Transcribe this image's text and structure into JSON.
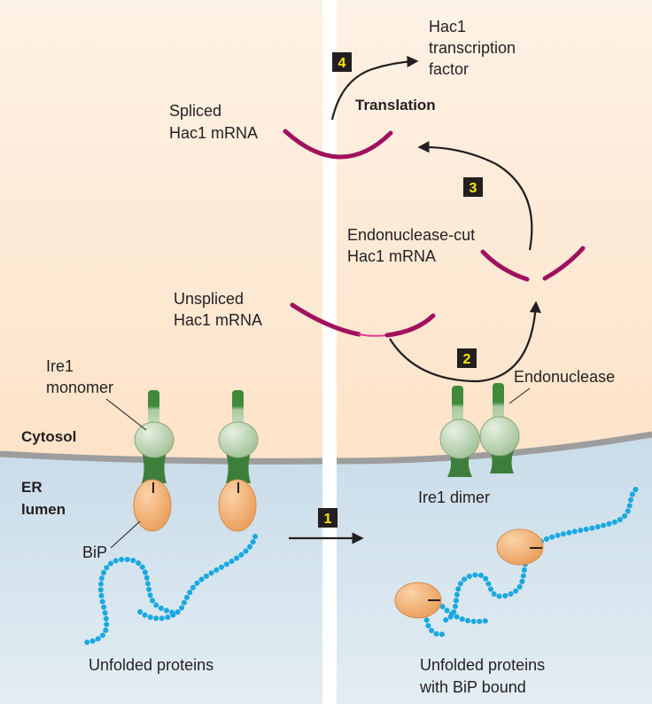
{
  "steps": [
    "1",
    "2",
    "3",
    "4"
  ],
  "labels": {
    "hac1_tf": [
      "Hac1",
      "transcription",
      "factor"
    ],
    "translation": "Translation",
    "spliced_mrna": [
      "Spliced",
      "Hac1 mRNA"
    ],
    "endonuclease_cut_mrna": [
      "Endonuclease-cut",
      "Hac1 mRNA"
    ],
    "unspliced_mrna": [
      "Unspliced",
      "Hac1 mRNA"
    ],
    "endonuclease": "Endonuclease",
    "ire1_monomer": [
      "Ire1",
      "monomer"
    ],
    "cytosol": "Cytosol",
    "er_lumen": [
      "ER",
      "lumen"
    ],
    "ire1_dimer": "Ire1 dimer",
    "bip": "BiP",
    "unfolded_proteins": "Unfolded proteins",
    "unfolded_with_bip": [
      "Unfolded proteins",
      "with BiP bound"
    ]
  },
  "colors": {
    "cytosol_bg": "#fde8d2",
    "lumen_bg": "#d5e4ee",
    "membrane": "#999999",
    "mrna": "#a0115e",
    "intron": "#ea3c96",
    "ire1_light": "#c6dcbe",
    "ire1_dark": "#3d7f3a",
    "bip": "#f2aa6a",
    "unfolded_protein": "#19a9e0",
    "step_box": "#231f20",
    "step_number": "#ffe600"
  }
}
